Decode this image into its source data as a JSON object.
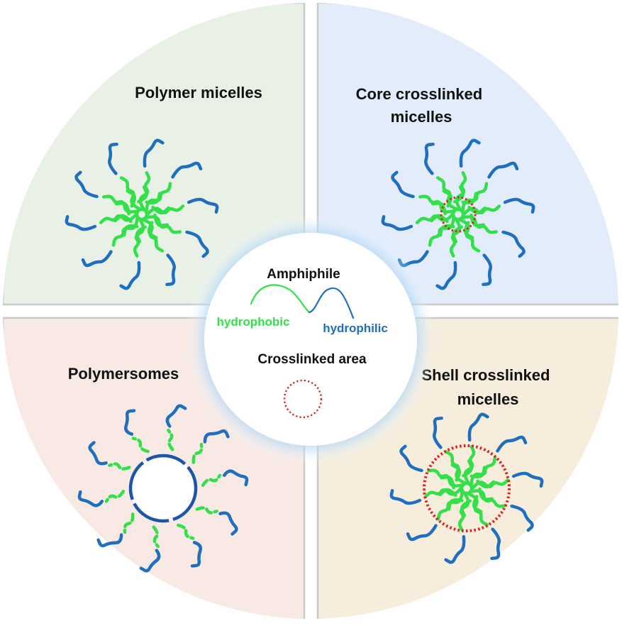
{
  "quadrants": {
    "top_left": {
      "lines": [
        "Polymer micelles"
      ],
      "fill": "#e9f1e7",
      "variant": "micelle"
    },
    "top_right": {
      "lines": [
        "Core crosslinked",
        "micelles"
      ],
      "fill": "#e2ecfb",
      "variant": "core"
    },
    "bottom_left": {
      "lines": [
        "Polymersomes"
      ],
      "fill": "#f8e9e5",
      "variant": "vesicle"
    },
    "bottom_right": {
      "lines": [
        "Shell crosslinked",
        "micelles"
      ],
      "fill": "#f6eddc",
      "variant": "shell"
    }
  },
  "legend": {
    "amphiphile_label": "Amphiphile",
    "hydrophobic_label": "hydrophobic",
    "hydrophilic_label": "hydrophilic",
    "crosslinked_label": "Crosslinked area"
  },
  "colors": {
    "hydrophobic": "#33e04a",
    "hydrophilic": "#1e6fc0",
    "crosslink": "#e02020",
    "vesicle_wall": "#1b56a8",
    "text": "#111111",
    "panel_border": "#c9c9c9",
    "center_glow": "#8ec4f2"
  }
}
